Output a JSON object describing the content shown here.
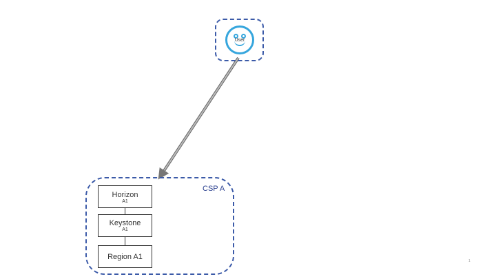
{
  "user": {
    "label": "User"
  },
  "csp": {
    "label": "CSP A",
    "components": [
      {
        "name": "Horizon",
        "sub": "A1"
      },
      {
        "name": "Keystone",
        "sub": "A1"
      },
      {
        "name": "Region A1",
        "sub": ""
      }
    ]
  },
  "page_number": "1",
  "colors": {
    "dashed_border": "#3b5aa8",
    "user_icon": "#36a6dd",
    "arrow": "#888888",
    "component_border": "#333333",
    "csp_label": "#2a3f8f"
  }
}
